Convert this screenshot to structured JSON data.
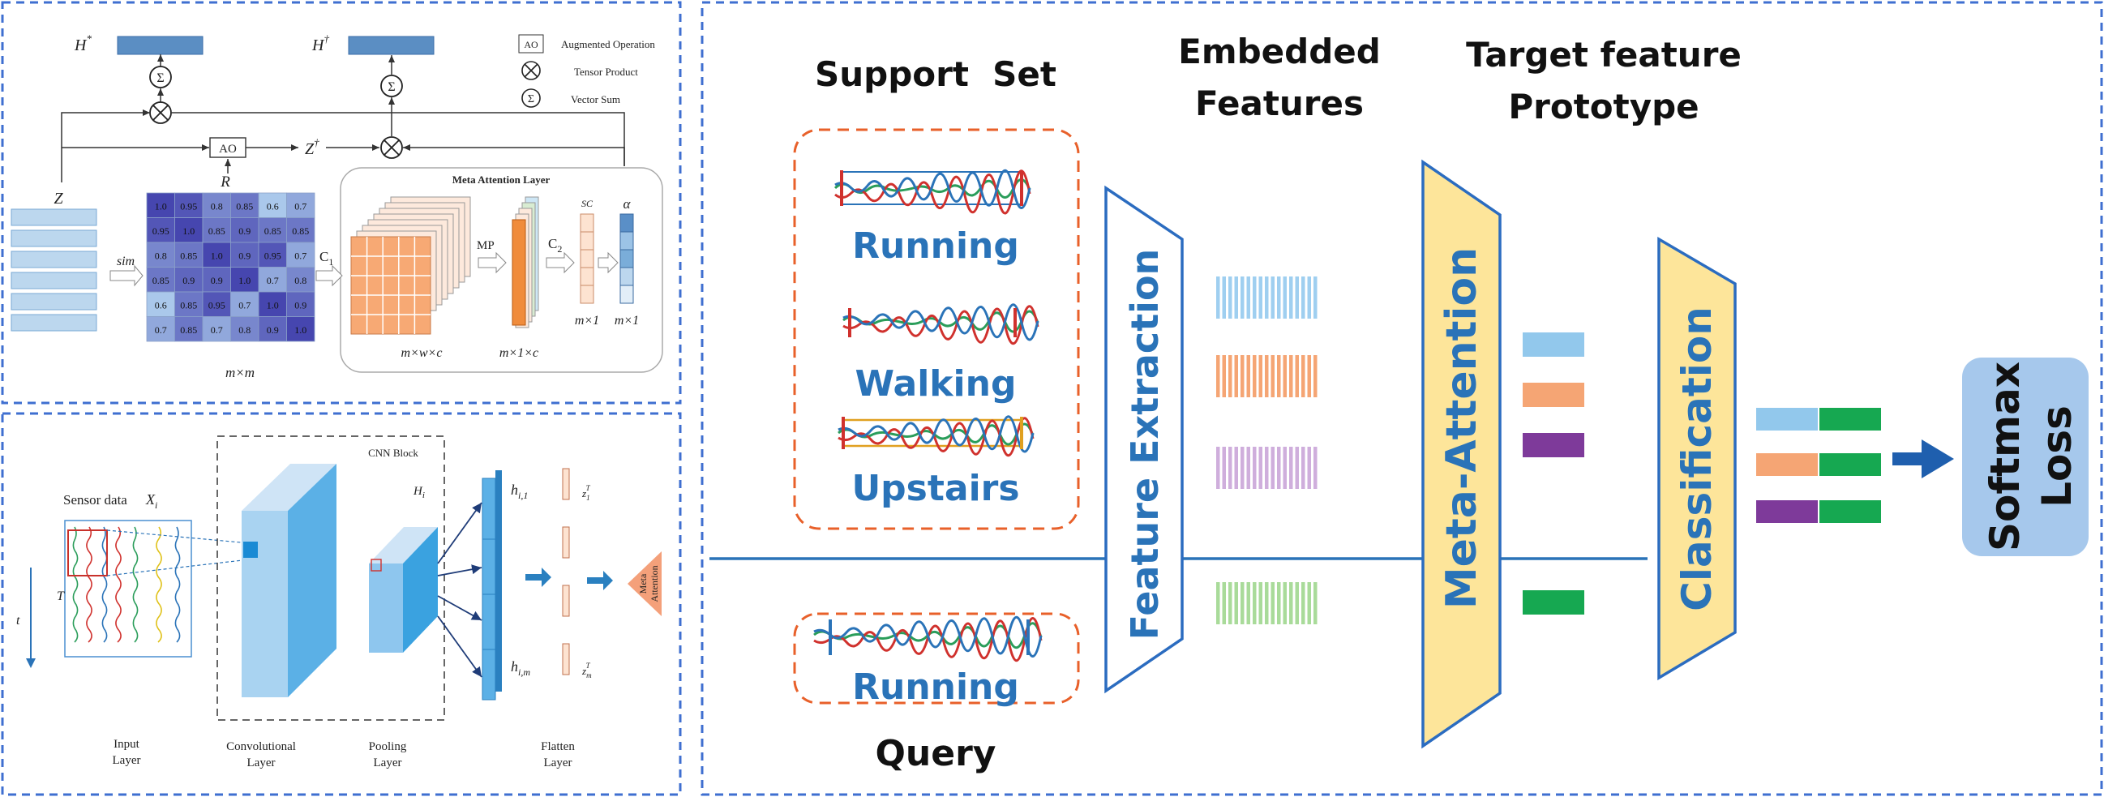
{
  "colors": {
    "panel_border": "#3f6fd0",
    "dashed_orange": "#e8602a",
    "blue_text": "#2a73b8",
    "trapezoid_yellow": "#fde59a",
    "trapezoid_stroke": "#2b6cc0",
    "feature_blue": "#9fcff0",
    "feature_orange": "#f5a574",
    "feature_purple": "#cfaedc",
    "feature_green": "#a9db9a",
    "proto_blue": "#92c8ec",
    "proto_orange": "#f5a574",
    "proto_purple": "#7e3a9a",
    "proto_green": "#16a851",
    "softmax_bg": "#a6c8ec",
    "cnn_blue": "#4aa8df",
    "meta_attn_orange": "#f4a07a"
  },
  "meta_attention_panel": {
    "legend": {
      "ao_symbol": "AO",
      "ao_text": "Augmented Operation",
      "tensor_product_text": "Tensor Product",
      "vector_sum_text": "Vector Sum"
    },
    "labels": {
      "h_star": "H",
      "h_star_sup": "*",
      "h_dagger": "H",
      "h_dagger_sup": "†",
      "ao_box": "AO",
      "r": "R",
      "z_dagger": "Z",
      "z_dagger_sup": "†",
      "z": "Z",
      "sim": "sim",
      "c1": "C",
      "c1_sub": "1",
      "mp": "MP",
      "c2": "C",
      "c2_sub": "2",
      "sc": "SC",
      "alpha": "α",
      "meta_layer_title": "Meta Attention Layer",
      "dim_mm": "m×m",
      "dim_mwc": "m×w×c",
      "dim_m1c": "m×1×c",
      "dim_m1_a": "m×1",
      "dim_m1_b": "m×1"
    },
    "similarity_matrix": [
      [
        "1.0",
        "0.95",
        "0.8",
        "0.85",
        "0.6",
        "0.7"
      ],
      [
        "0.95",
        "1.0",
        "0.85",
        "0.9",
        "0.85",
        "0.85"
      ],
      [
        "0.8",
        "0.85",
        "1.0",
        "0.9",
        "0.95",
        "0.7"
      ],
      [
        "0.85",
        "0.9",
        "0.9",
        "1.0",
        "0.7",
        "0.8"
      ],
      [
        "0.6",
        "0.85",
        "0.95",
        "0.7",
        "1.0",
        "0.9"
      ],
      [
        "0.7",
        "0.85",
        "0.7",
        "0.8",
        "0.9",
        "1.0"
      ]
    ]
  },
  "cnn_panel": {
    "sensor_data": "Sensor data",
    "xi": "X",
    "xi_sub": "i",
    "t_big": "T",
    "t_small": "t",
    "cnn_block": "CNN Block",
    "hi": "H",
    "hi_sub": "i",
    "h_i1": "h",
    "h_i1_sub": "i,1",
    "h_im": "h",
    "h_im_sub": "i,m",
    "z1": "z",
    "z1_sub": "1",
    "z1_sup": "T",
    "zm": "z",
    "zm_sub": "m",
    "zm_sup": "T",
    "meta_attention": [
      "Meta",
      "Attention"
    ],
    "layers": {
      "input": [
        "Input",
        "Layer"
      ],
      "conv": [
        "Convolutional",
        "Layer"
      ],
      "pool": [
        "Pooling",
        "Layer"
      ],
      "flatten": [
        "Flatten",
        "Layer"
      ]
    }
  },
  "main_panel": {
    "support_set": "Support  Set",
    "embedded": [
      "Embedded",
      "Features"
    ],
    "target": [
      "Target feature",
      "Prototype"
    ],
    "activities": [
      "Running",
      "Walking",
      "Upstairs"
    ],
    "query_activity": "Running",
    "query": "Query",
    "feature_extraction": "Feature Extraction",
    "meta_attention": "Meta-Attention",
    "classification": "Classification",
    "softmax": [
      "Softmax",
      "Loss"
    ]
  }
}
